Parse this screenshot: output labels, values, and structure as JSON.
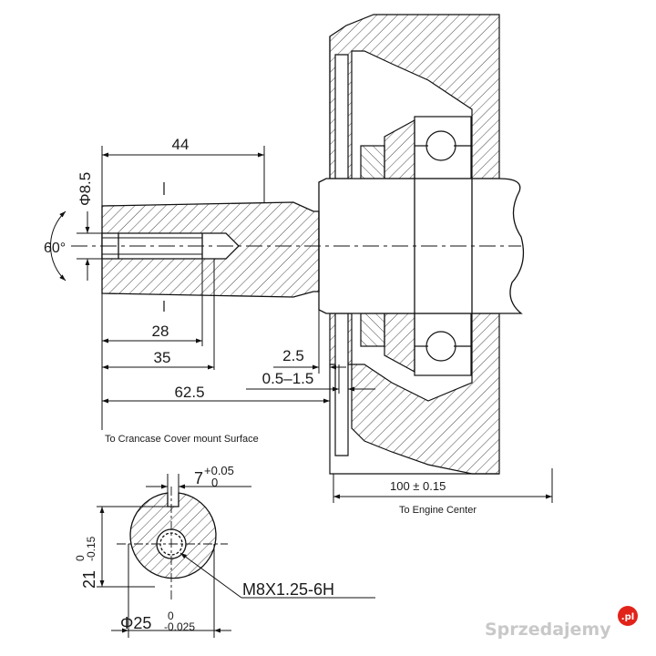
{
  "drawing": {
    "dimensions": {
      "shaft_length": "44",
      "thread_dia_prefix": "Φ8.5",
      "thread_dia_sub": "",
      "center_angle": "60°",
      "thread_depth": "28",
      "bore_depth": "35",
      "cover_to_end": "62.5",
      "flange_gap": "2.5",
      "gap_range": "0.5–1.5",
      "engine_center": "100 ± 0.15",
      "key_width": "7",
      "key_width_tol_upper": "+0.05",
      "key_width_tol_lower": "0",
      "key_height": "21",
      "key_height_tol_upper": "0",
      "key_height_tol_lower": "-0.15",
      "shaft_dia": "Φ25",
      "shaft_dia_tol_upper": "0",
      "shaft_dia_tol_lower": "-0.025",
      "thread_spec": "M8X1.25-6H"
    },
    "notes": {
      "cover_surface": "To Crancase Cover mount Surface",
      "engine_center": "To Engine Center"
    }
  },
  "watermark": {
    "text": "Sprzedajemy",
    "badge": ".pl",
    "badge_color": "#e2231a"
  }
}
